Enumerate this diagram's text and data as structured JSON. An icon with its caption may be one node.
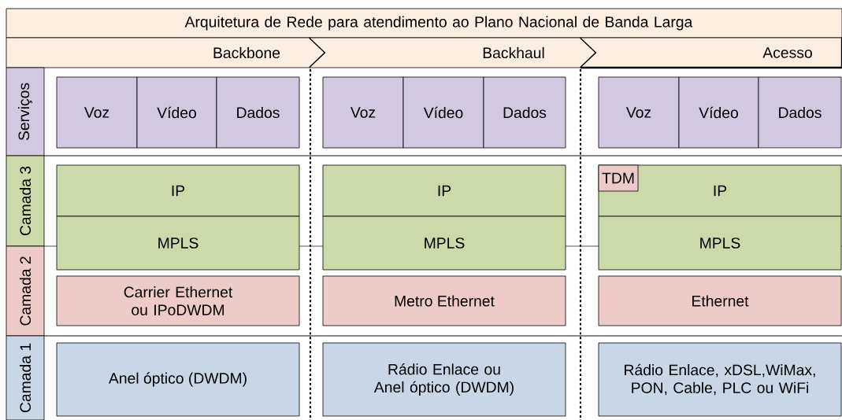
{
  "diagram": {
    "nodes": [
      {
        "text": [
          "Arquitetura de Rede para atendimento ao Plano Nacional de Banda Larga"
        ]
      },
      {
        "text": [
          "Backbone"
        ]
      },
      {
        "text": [
          "Backhaul"
        ]
      },
      {
        "text": [
          "Acesso"
        ]
      },
      {
        "text": [
          "Serviços"
        ]
      },
      {
        "text": [
          "Voz"
        ]
      },
      {
        "text": [
          "Vídeo"
        ]
      },
      {
        "text": [
          "Dados"
        ]
      },
      {
        "text": [
          "Voz"
        ]
      },
      {
        "text": [
          "Vídeo"
        ]
      },
      {
        "text": [
          "Dados"
        ]
      },
      {
        "text": [
          "Voz"
        ]
      },
      {
        "text": [
          "Vídeo"
        ]
      },
      {
        "text": [
          "Dados"
        ]
      },
      {
        "text": [
          "Camada 3"
        ]
      },
      {
        "text": [
          "IP"
        ]
      },
      {
        "text": [
          "IP"
        ]
      },
      {
        "text": [
          "IP"
        ]
      },
      {
        "text": [
          "TDM"
        ],
        "in": 17
      },
      {
        "text": [
          "MPLS"
        ]
      },
      {
        "text": [
          "MPLS"
        ]
      },
      {
        "text": [
          "MPLS"
        ]
      },
      {
        "text": [
          "Camada 2"
        ]
      },
      {
        "text": [
          "Carrier Ethernet ou IPoDWDM"
        ]
      },
      {
        "text": [
          "Metro Ethernet"
        ]
      },
      {
        "text": [
          "Ethernet"
        ]
      },
      {
        "text": [
          "Camada 1"
        ]
      },
      {
        "text": [
          "Anel óptico (DWDM)"
        ]
      },
      {
        "text": [
          "Rádio Enlace ou Anel óptico (DWDM)"
        ]
      },
      {
        "text": [
          "Rádio Enlace, xDSL,WiMax, PON, Cable, PLC ou WiFi"
        ]
      }
    ]
  }
}
